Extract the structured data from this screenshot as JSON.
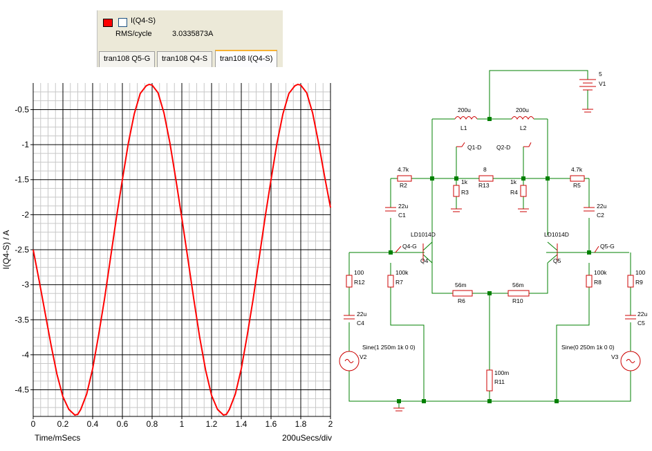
{
  "legend": {
    "series_name": "I(Q4-S)",
    "stat_label": "RMS/cycle",
    "stat_value": "3.0335873A",
    "series_color": "#ff0000"
  },
  "tabs": [
    {
      "label": "tran108 Q5-G",
      "active": false
    },
    {
      "label": "tran108 Q4-S",
      "active": false
    },
    {
      "label": "tran108 I(Q4-S)",
      "active": true
    }
  ],
  "plot": {
    "ylabel": "I(Q4-S) / A",
    "xlabel": "Time/mSecs",
    "xdiv": "200uSecs/div"
  },
  "chart_data": {
    "type": "line",
    "xlim": [
      0,
      2
    ],
    "ylim": [
      -4.88,
      -0.12
    ],
    "xticks": [
      0,
      0.2,
      0.4,
      0.6,
      0.8,
      1,
      1.2,
      1.4,
      1.6,
      1.8,
      2
    ],
    "xtick_labels": [
      "0",
      "0.2",
      "0.4",
      "0.6",
      "0.8",
      "1",
      "1.2",
      "1.4",
      "1.6",
      "1.8",
      "2"
    ],
    "yticks": [
      -0.5,
      -1,
      -1.5,
      -2,
      -2.5,
      -3,
      -3.5,
      -4,
      -4.5
    ],
    "ytick_labels": [
      "-0.5",
      "-1",
      "-1.5",
      "-2",
      "-2.5",
      "-3",
      "-3.5",
      "-4",
      "-4.5"
    ],
    "grid": true,
    "series": [
      {
        "color": "#ff0000",
        "x": [
          0,
          0.04,
          0.08,
          0.12,
          0.16,
          0.2,
          0.24,
          0.28,
          0.3,
          0.32,
          0.36,
          0.4,
          0.44,
          0.48,
          0.52,
          0.56,
          0.6,
          0.64,
          0.68,
          0.72,
          0.76,
          0.78,
          0.8,
          0.84,
          0.88,
          0.92,
          0.96,
          1,
          1.04,
          1.08,
          1.12,
          1.16,
          1.2,
          1.24,
          1.28,
          1.3,
          1.32,
          1.36,
          1.4,
          1.44,
          1.48,
          1.52,
          1.56,
          1.6,
          1.64,
          1.68,
          1.72,
          1.76,
          1.78,
          1.8,
          1.84,
          1.88,
          1.92,
          1.96,
          2
        ],
        "y": [
          -2.5,
          -2.94,
          -3.4,
          -3.86,
          -4.28,
          -4.6,
          -4.78,
          -4.86,
          -4.85,
          -4.78,
          -4.56,
          -4.2,
          -3.72,
          -3.2,
          -2.62,
          -2.04,
          -1.5,
          -0.98,
          -0.56,
          -0.27,
          -0.16,
          -0.14,
          -0.15,
          -0.26,
          -0.55,
          -0.98,
          -1.5,
          -2.05,
          -2.62,
          -3.2,
          -3.75,
          -4.22,
          -4.58,
          -4.78,
          -4.86,
          -4.85,
          -4.78,
          -4.56,
          -4.2,
          -3.72,
          -3.2,
          -2.62,
          -2.04,
          -1.5,
          -0.98,
          -0.56,
          -0.27,
          -0.16,
          -0.14,
          -0.15,
          -0.26,
          -0.55,
          -0.98,
          -1.45,
          -1.9
        ]
      }
    ]
  },
  "schematic": {
    "labels": {
      "V1": "V1",
      "V1_val": "5",
      "L1": "L1",
      "L1_val": "200u",
      "L2": "L2",
      "L2_val": "200u",
      "Q1D": "Q1-D",
      "Q2D": "Q2-D",
      "R2": "R2",
      "R2_val": "4.7k",
      "R3": "R3",
      "R3_val": "1k",
      "R13": "R13",
      "R13_val": "8",
      "R4": "R4",
      "R4_val": "1k",
      "R5": "R5",
      "R5_val": "4.7k",
      "C1": "C1",
      "C1_val": "22u",
      "C2": "C2",
      "C2_val": "22u",
      "Q4": "Q4",
      "Q4_model": "LD1014D",
      "Q5": "Q5",
      "Q5_model": "LD1014D",
      "Q4G": "Q4-G",
      "Q5G": "Q5-G",
      "R12": "R12",
      "R12_val": "100",
      "R7": "R7",
      "R7_val": "100k",
      "R6": "R6",
      "R6_val": "56m",
      "R10": "R10",
      "R10_val": "56m",
      "R8": "R8",
      "R8_val": "100k",
      "R9": "R9",
      "R9_val": "100",
      "C4": "C4",
      "C4_val": "22u",
      "C5": "C5",
      "C5_val": "22u",
      "V2": "V2",
      "V2_val": "Sine(1 250m 1k 0 0)",
      "V3": "V3",
      "V3_val": "Sine(0 250m 1k 0 0)",
      "R11": "R11",
      "R11_val": "100m"
    }
  }
}
